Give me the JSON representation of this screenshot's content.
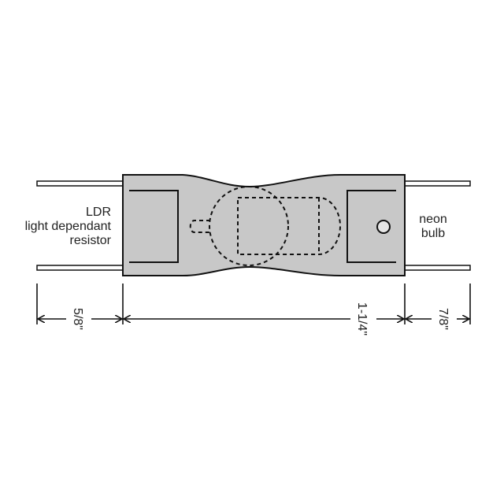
{
  "labels": {
    "ldr_line1": "LDR",
    "ldr_line2": "light dependant",
    "ldr_line3": "resistor",
    "neon_line1": "neon",
    "neon_line2": "bulb"
  },
  "dimensions": {
    "left_lead": "5/8\"",
    "body": "1-1/4\"",
    "right_lead": "7/8\""
  },
  "colors": {
    "body_fill": "#c8c8c8",
    "stroke": "#111111",
    "hole_fill": "#e6e6e6"
  }
}
